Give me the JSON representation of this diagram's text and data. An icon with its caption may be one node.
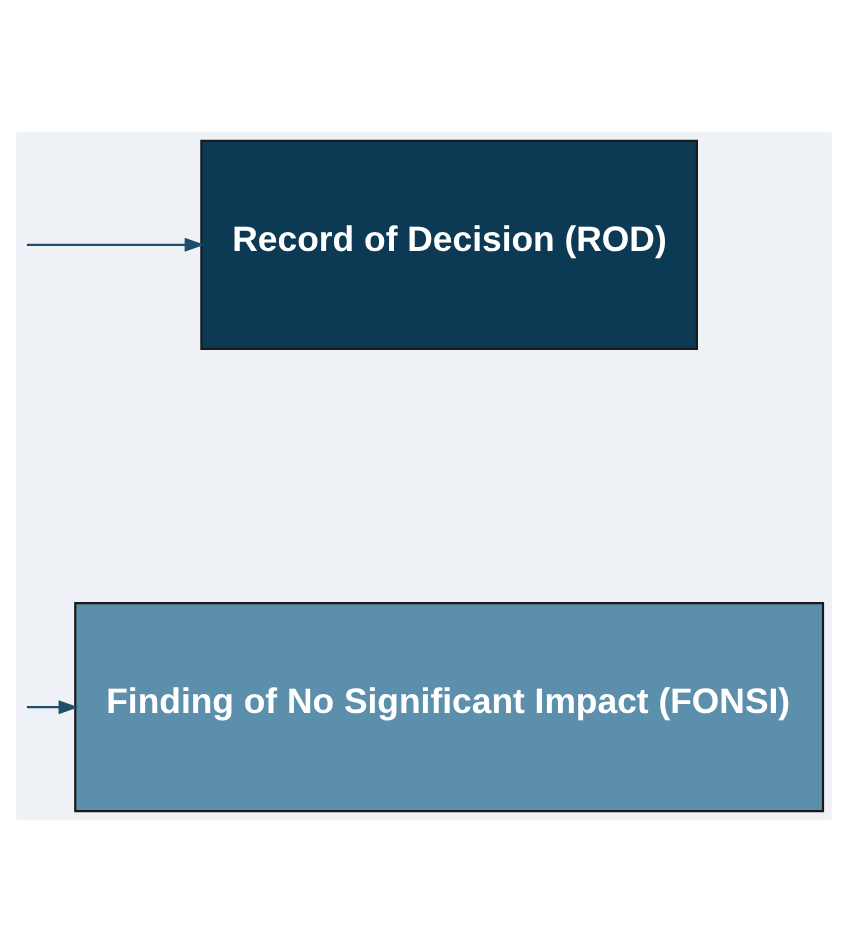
{
  "diagram": {
    "nodes": [
      {
        "text": [
          "Finding of No Significant Impact (FONSI)"
        ]
      },
      {
        "text": [
          "Record of Decision (ROD)"
        ]
      }
    ],
    "edges": [
      {
        "from": null,
        "to": 0,
        "arrow": "to"
      },
      {
        "from": null,
        "to": 1,
        "arrow": "to"
      }
    ]
  }
}
